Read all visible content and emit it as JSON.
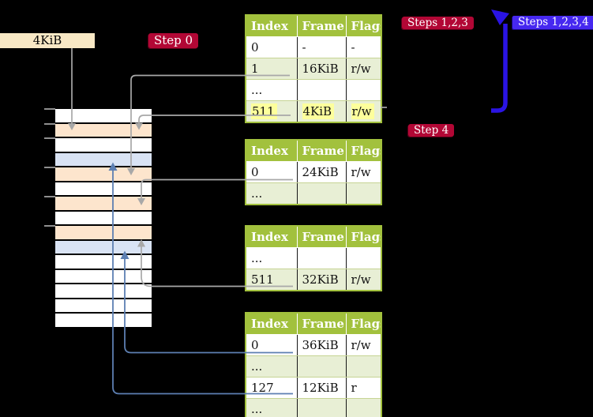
{
  "frame_label": {
    "text": "4KiB"
  },
  "labels": {
    "step0": "Step 0",
    "steps123": "Steps 1,2,3",
    "steps1234": "Steps 1,2,3,4",
    "step4": "Step 4"
  },
  "page_tables": [
    {
      "columns": [
        "Index",
        "Frame",
        "Flags"
      ],
      "rows": [
        {
          "cells": [
            "0",
            "-",
            "-"
          ],
          "shaded": false,
          "highlighted": false
        },
        {
          "cells": [
            "1",
            "16KiB",
            "r/w"
          ],
          "shaded": true,
          "highlighted": false
        },
        {
          "cells": [
            "...",
            "",
            ""
          ],
          "shaded": false,
          "highlighted": false
        },
        {
          "cells": [
            "511",
            "4KiB",
            "r/w"
          ],
          "shaded": true,
          "highlighted": true
        }
      ]
    },
    {
      "columns": [
        "Index",
        "Frame",
        "Flags"
      ],
      "rows": [
        {
          "cells": [
            "0",
            "24KiB",
            "r/w"
          ],
          "shaded": false,
          "highlighted": false
        },
        {
          "cells": [
            "...",
            "",
            ""
          ],
          "shaded": true,
          "highlighted": false
        }
      ]
    },
    {
      "columns": [
        "Index",
        "Frame",
        "Flags"
      ],
      "rows": [
        {
          "cells": [
            "...",
            "",
            ""
          ],
          "shaded": false,
          "highlighted": false
        },
        {
          "cells": [
            "511",
            "32KiB",
            "r/w"
          ],
          "shaded": true,
          "highlighted": false
        }
      ]
    },
    {
      "columns": [
        "Index",
        "Frame",
        "Flags"
      ],
      "rows": [
        {
          "cells": [
            "0",
            "36KiB",
            "r/w"
          ],
          "shaded": false,
          "highlighted": false
        },
        {
          "cells": [
            "...",
            "",
            ""
          ],
          "shaded": true,
          "highlighted": false
        },
        {
          "cells": [
            "127",
            "12KiB",
            "r"
          ],
          "shaded": false,
          "highlighted": false
        },
        {
          "cells": [
            "...",
            "",
            ""
          ],
          "shaded": true,
          "highlighted": false
        }
      ]
    }
  ],
  "memory": {
    "row_colors": [
      "white",
      "orange",
      "white",
      "blue",
      "orange",
      "white",
      "orange",
      "white",
      "orange",
      "blue",
      "white",
      "white",
      "white",
      "white",
      "white"
    ],
    "ticks": [
      0,
      1,
      2,
      4,
      6,
      8
    ]
  },
  "colors": {
    "header": "#a2c13d",
    "shade": "#e8efd5",
    "highlight": "#fdff9c",
    "orange": "#fde5cd",
    "bluerow": "#d9e3f4",
    "cream": "#f8e8c5",
    "red": "#b20735",
    "bluelbl": "#4628f0",
    "gray": "#a8a8a8",
    "steel": "#5d7fb2",
    "bigblue": "#2a14e4",
    "tick": "#8f8f8f"
  }
}
